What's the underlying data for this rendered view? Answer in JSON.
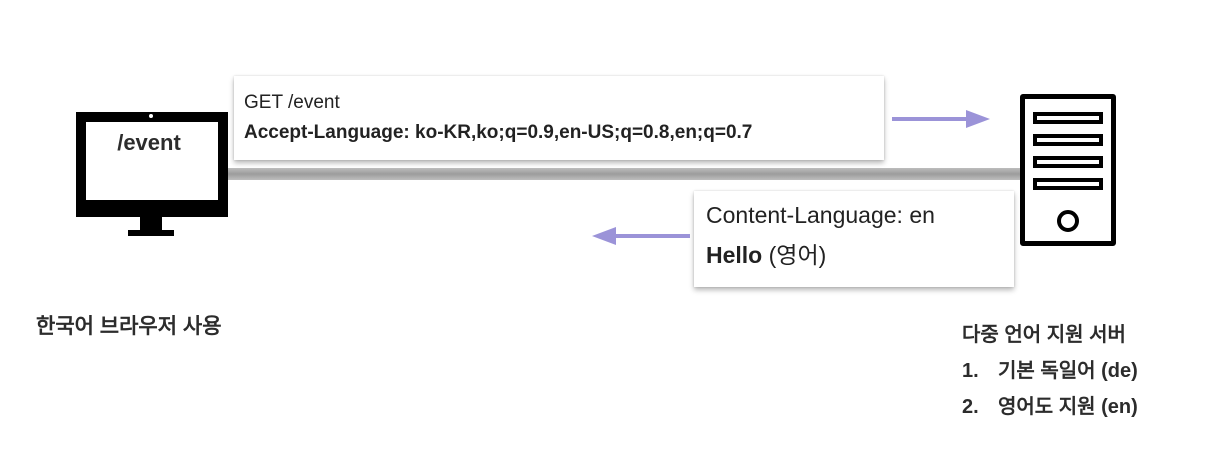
{
  "client": {
    "screen_text": "/event",
    "caption": "한국어 브라우저 사용"
  },
  "request": {
    "line1": "GET /event",
    "line2": "Accept-Language: ko-KR,ko;q=0.9,en-US;q=0.8,en;q=0.7"
  },
  "response": {
    "line1": "Content-Language: en",
    "hello": "Hello",
    "hello_note": "(영어)"
  },
  "server": {
    "caption": "다중 언어 지원 서버",
    "items": [
      {
        "num": "1.",
        "text": "기본 독일어 (de)"
      },
      {
        "num": "2.",
        "text": "영어도 지원 (en)"
      }
    ]
  },
  "colors": {
    "arrow": "#9b93d8",
    "wire": "#a8a8a8",
    "device": "#000000"
  },
  "icons": {
    "client": "monitor-icon",
    "server": "server-icon",
    "request_arrow": "arrow-right-icon",
    "response_arrow": "arrow-left-icon"
  }
}
